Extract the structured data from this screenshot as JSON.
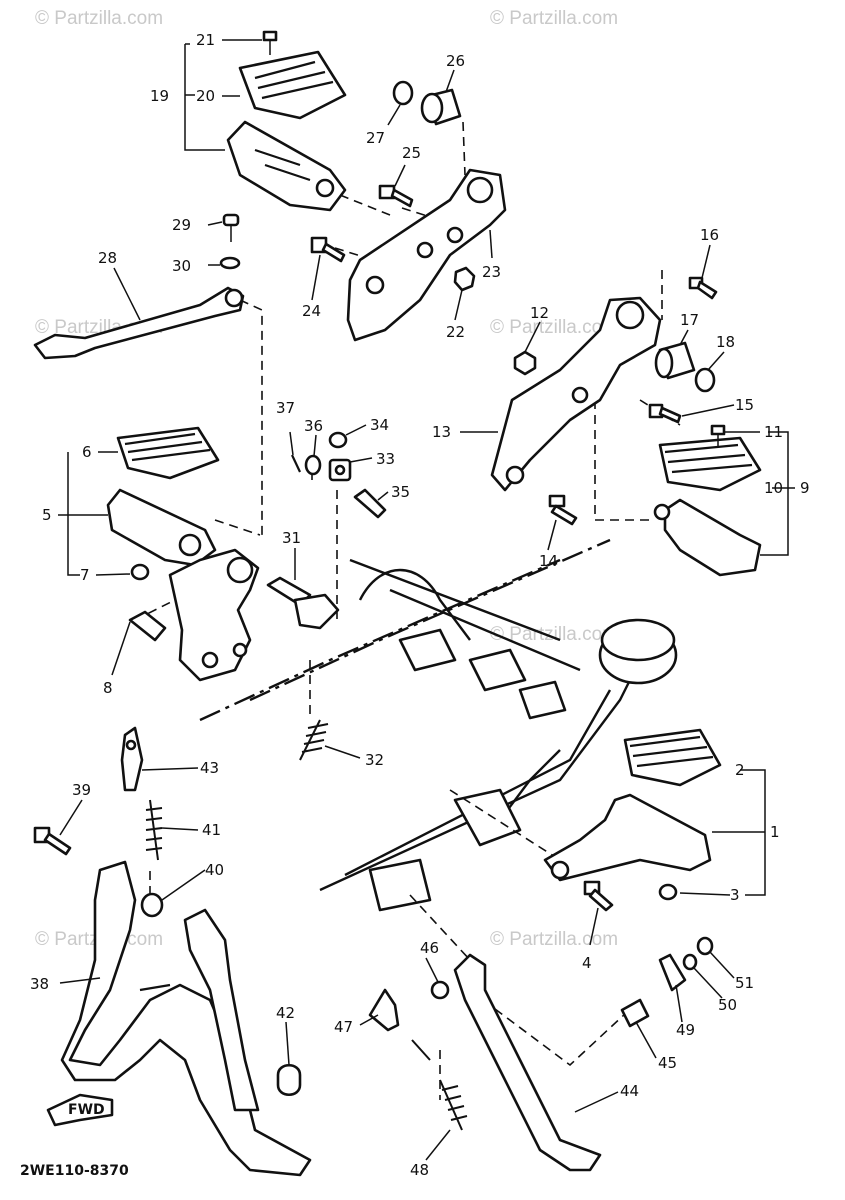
{
  "watermarks": [
    "© Partzilla.com",
    "© Partzilla.com",
    "© Partzilla.com",
    "© Partzilla.com",
    "© Partzilla.com",
    "© Partzilla.com",
    "© Partzilla.com"
  ],
  "drawing_code": "2WE110-8370",
  "fwd_label": "FWD",
  "callouts": [
    "1",
    "2",
    "3",
    "4",
    "5",
    "6",
    "7",
    "8",
    "9",
    "10",
    "11",
    "12",
    "13",
    "14",
    "15",
    "16",
    "17",
    "18",
    "19",
    "20",
    "21",
    "22",
    "23",
    "24",
    "25",
    "26",
    "27",
    "28",
    "29",
    "30",
    "31",
    "32",
    "33",
    "34",
    "35",
    "36",
    "37",
    "38",
    "39",
    "40",
    "41",
    "42",
    "43",
    "44",
    "45",
    "46",
    "47",
    "48",
    "49",
    "50",
    "51"
  ]
}
